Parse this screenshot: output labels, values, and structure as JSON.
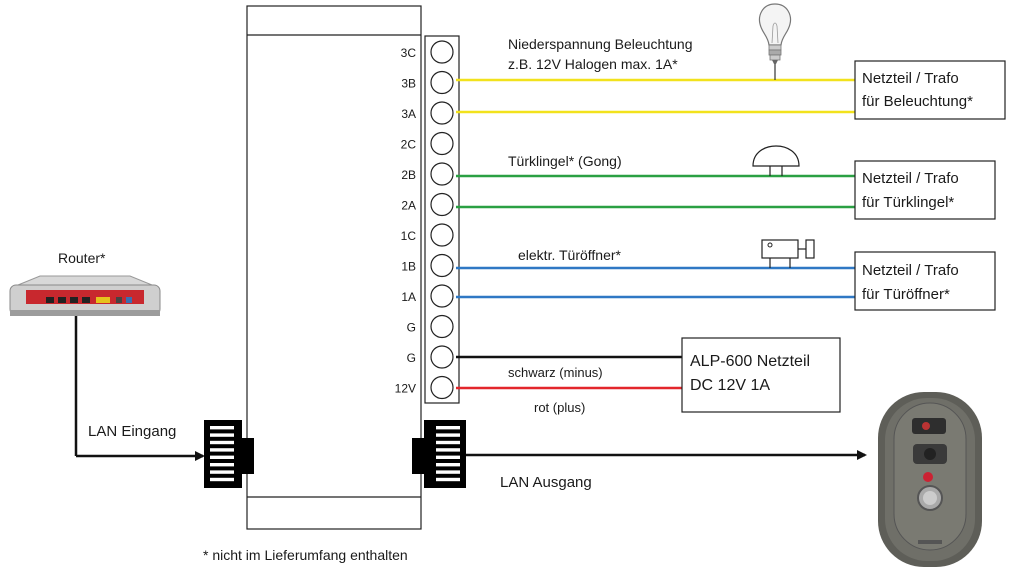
{
  "colors": {
    "lighting_wire": "#f2e21c",
    "doorbell_wire": "#2aa043",
    "opener_wire": "#2f78c4",
    "minus_wire": "#111111",
    "plus_wire": "#e3262b",
    "lan_wire": "#111111"
  },
  "terminals": [
    "3C",
    "3B",
    "3A",
    "2C",
    "2B",
    "2A",
    "1C",
    "1B",
    "1A",
    "G",
    "G",
    "12V"
  ],
  "circuits": {
    "lighting": {
      "label_line1": "Niederspannung Beleuchtung",
      "label_line2": "z.B. 12V Halogen max. 1A*",
      "psu_line1": "Netzteil / Trafo",
      "psu_line2": "für Beleuchtung*",
      "icon": "light-bulb-icon"
    },
    "doorbell": {
      "label": "Türklingel* (Gong)",
      "psu_line1": "Netzteil / Trafo",
      "psu_line2": "für Türklingel*",
      "icon": "gong-icon"
    },
    "opener": {
      "label": "elektr. Türöffner*",
      "psu_line1": "Netzteil / Trafo",
      "psu_line2": "für Türöffner*",
      "icon": "door-opener-icon"
    }
  },
  "power": {
    "psu_line1": "ALP-600 Netzteil",
    "psu_line2": "DC 12V 1A",
    "minus_label": "schwarz (minus)",
    "plus_label": "rot (plus)"
  },
  "router": {
    "label": "Router*",
    "icon": "router-icon"
  },
  "lan": {
    "in_label": "LAN Eingang",
    "out_label": "LAN Ausgang"
  },
  "doorstation": {
    "icon": "door-station-camera-icon"
  },
  "footnote": "* nicht im Lieferumfang enthalten"
}
